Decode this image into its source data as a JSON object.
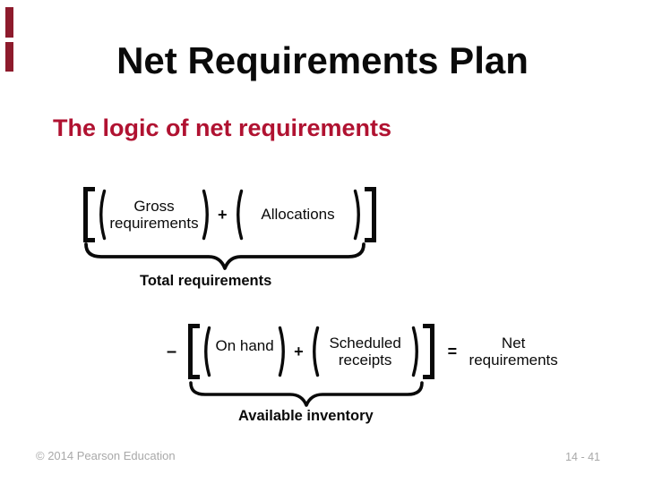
{
  "slide": {
    "title": "Net Requirements Plan",
    "subtitle": "The logic of net requirements",
    "row1": {
      "term1": {
        "line1": "Gross",
        "line2": "requirements"
      },
      "plus": "+",
      "term2": "Allocations",
      "brace_label": "Total requirements"
    },
    "row2": {
      "minus": "–",
      "term1": "On hand",
      "plus": "+",
      "term2": {
        "line1": "Scheduled",
        "line2": "receipts"
      },
      "equals": "=",
      "result": {
        "line1": "Net",
        "line2": "requirements"
      },
      "brace_label": "Available inventory"
    },
    "footer": {
      "copyright": "© 2014 Pearson Education",
      "page_number": "14 - 41"
    },
    "colors": {
      "ink": "#0a0a0a",
      "subtitle": "#b01231",
      "accent_bar": "#8d1b2c",
      "footer_text": "#a9a9a9"
    }
  }
}
